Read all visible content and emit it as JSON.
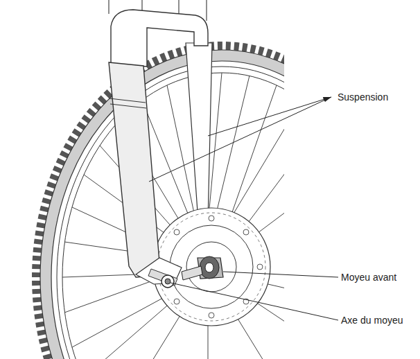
{
  "diagram": {
    "labels": [
      "Suspension",
      "Moyeu avant",
      "Axe du moyeu"
    ]
  }
}
